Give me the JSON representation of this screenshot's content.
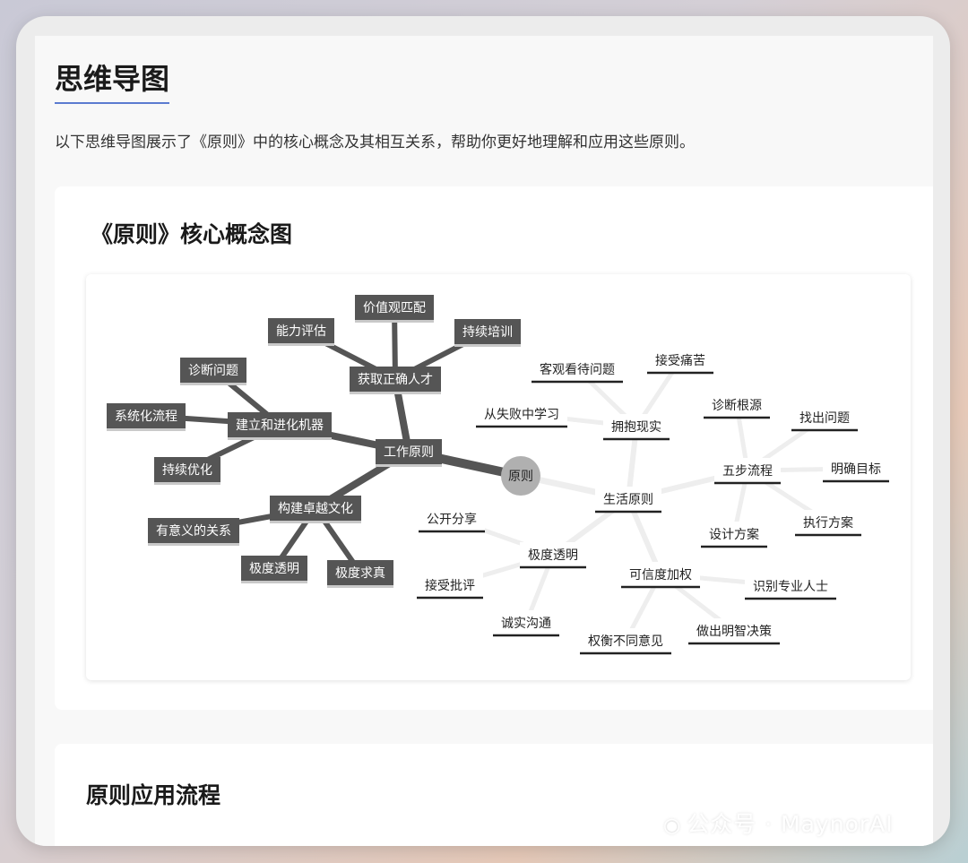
{
  "page": {
    "title": "思维导图",
    "intro": "以下思维导图展示了《原则》中的核心概念及其相互关系，帮助你更好地理解和应用这些原则。"
  },
  "section1": {
    "title": "《原则》核心概念图"
  },
  "section2": {
    "title": "原则应用流程"
  },
  "watermark": {
    "icon": "wechat-icon",
    "text": "公众号 · MaynorAI"
  },
  "colors": {
    "dark_node": "#555555",
    "dark_link": "#555555",
    "light_link": "#eeeeee",
    "root": "#b0b0b0",
    "accent": "#5b7bd0"
  },
  "mindmap": {
    "root": "原则",
    "branches": [
      {
        "label": "工作原则",
        "theme": "dark",
        "children": [
          {
            "label": "获取正确人才",
            "children": [
              "能力评估",
              "价值观匹配",
              "持续培训"
            ]
          },
          {
            "label": "建立和进化机器",
            "children": [
              "诊断问题",
              "系统化流程",
              "持续优化"
            ]
          },
          {
            "label": "构建卓越文化",
            "children": [
              "有意义的关系",
              "极度透明",
              "极度求真"
            ]
          }
        ]
      },
      {
        "label": "生活原则",
        "theme": "light",
        "children": [
          {
            "label": "拥抱现实",
            "children": [
              "客观看待问题",
              "接受痛苦",
              "从失败中学习"
            ]
          },
          {
            "label": "五步流程",
            "children": [
              "诊断根源",
              "找出问题",
              "明确目标",
              "执行方案",
              "设计方案"
            ]
          },
          {
            "label": "极度透明",
            "children": [
              "公开分享",
              "接受批评",
              "诚实沟通"
            ]
          },
          {
            "label": "可信度加权",
            "children": [
              "识别专业人士",
              "做出明智决策",
              "权衡不同意见"
            ]
          }
        ]
      }
    ]
  }
}
